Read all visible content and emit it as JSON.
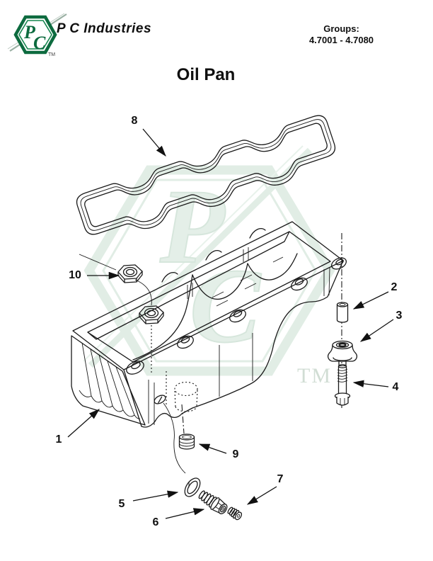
{
  "header": {
    "brand": "P C Industries",
    "groups_label": "Groups:",
    "groups_value": "4.7001 - 4.7080",
    "logo": {
      "p": "P",
      "c": "C",
      "tm": "TM"
    }
  },
  "page": {
    "title": "Oil Pan"
  },
  "watermark": {
    "p": "P",
    "c": "C",
    "tm": "TM"
  },
  "diagram": {
    "description": "exploded parts diagram of an oil pan",
    "callouts": [
      {
        "label": "1"
      },
      {
        "label": "2"
      },
      {
        "label": "3"
      },
      {
        "label": "4"
      },
      {
        "label": "5"
      },
      {
        "label": "6"
      },
      {
        "label": "7"
      },
      {
        "label": "8"
      },
      {
        "label": "9"
      },
      {
        "label": "10"
      }
    ]
  },
  "colors": {
    "logo_green": "#0d6b3f",
    "line": "#1a1a1a",
    "watermark_green": "#dcebe1"
  }
}
